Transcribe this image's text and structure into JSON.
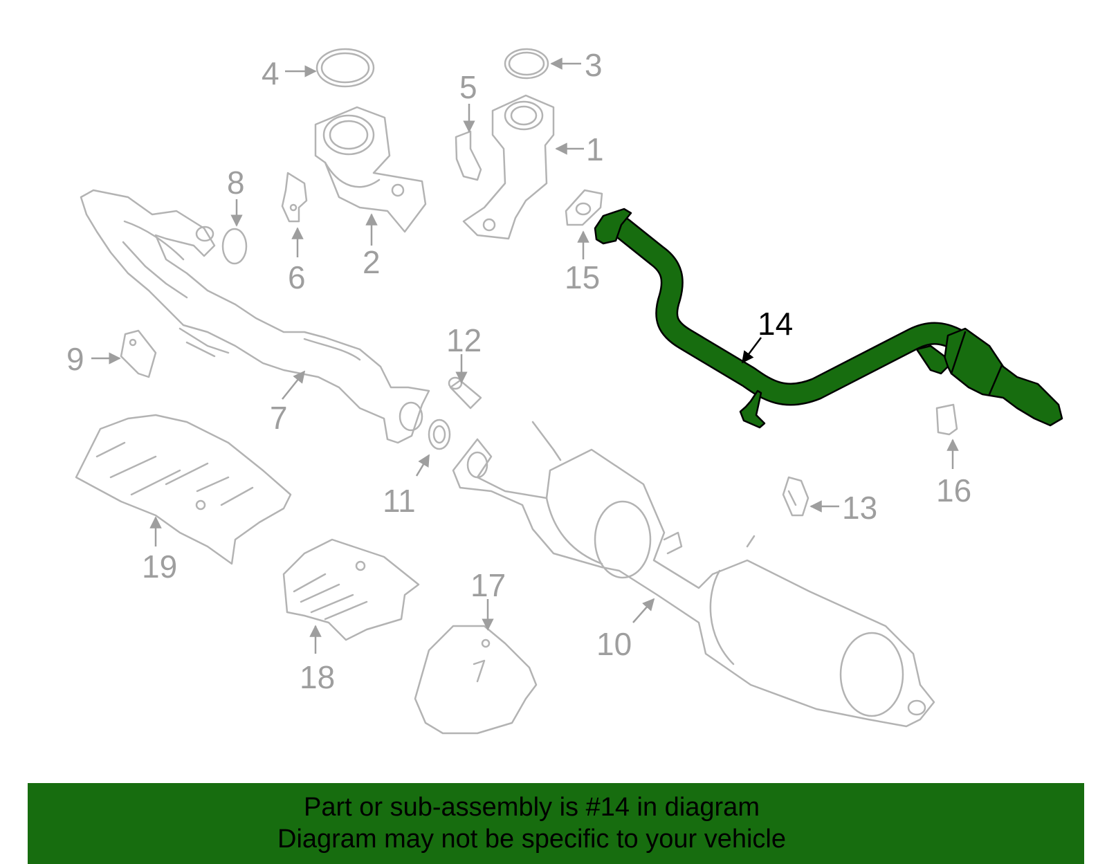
{
  "diagram": {
    "highlighted_part": "14",
    "colors": {
      "highlight": "#176d0f",
      "parts": "#b3b3b3",
      "callouts": "#9e9e9e"
    },
    "callouts": {
      "c1": "1",
      "c2": "2",
      "c3": "3",
      "c4": "4",
      "c5": "5",
      "c6": "6",
      "c7": "7",
      "c8": "8",
      "c9": "9",
      "c10": "10",
      "c11": "11",
      "c12": "12",
      "c13": "13",
      "c14": "14",
      "c15": "15",
      "c16": "16",
      "c17": "17",
      "c18": "18",
      "c19": "19"
    }
  },
  "banner": {
    "line1": "Part or sub-assembly is #14 in diagram",
    "line2": "Diagram may not be specific to your vehicle"
  }
}
